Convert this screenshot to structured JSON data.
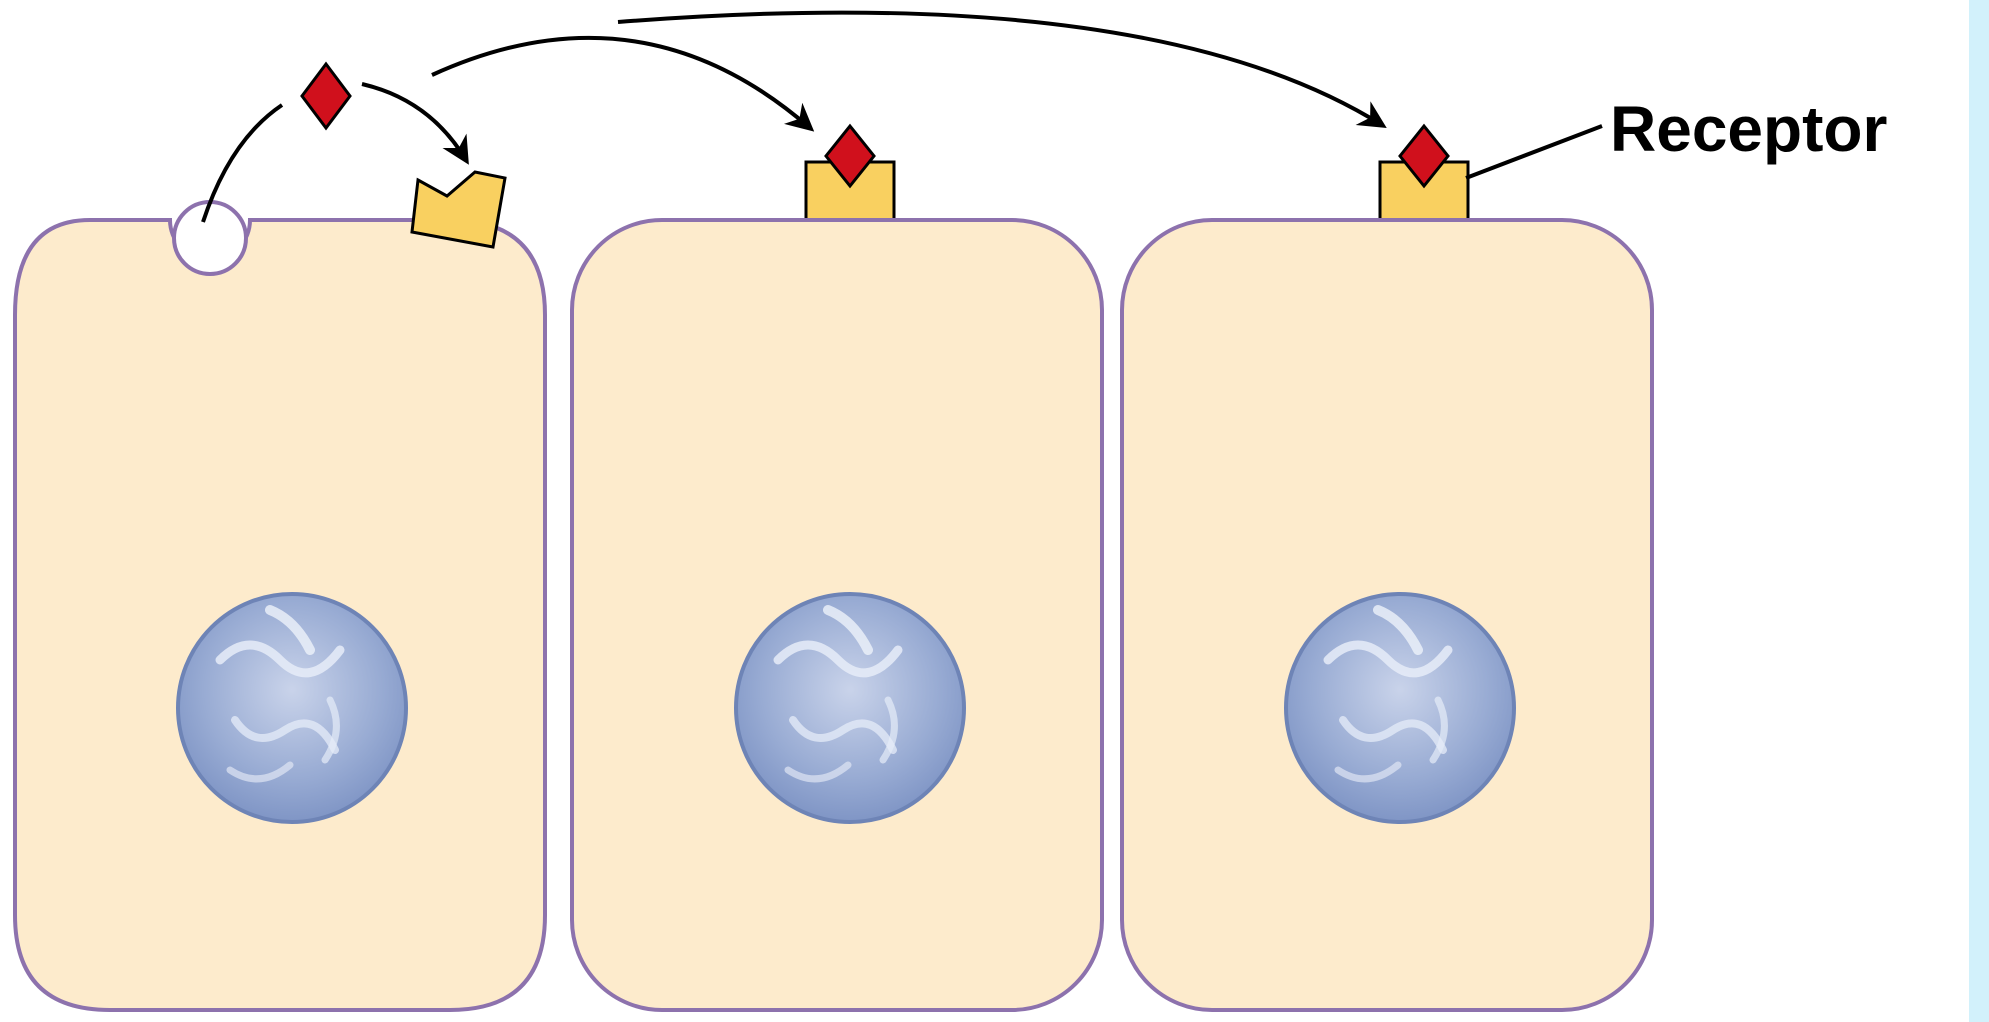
{
  "labels": {
    "receptor": "Receptor"
  },
  "colors": {
    "background": "#ffffff",
    "side_strip": "#d2f1fb",
    "cell_fill": "#fdebcc",
    "cell_outline": "#8d72ad",
    "receptor_fill": "#f9d060",
    "signal_fill": "#d0101c",
    "nucleus_fill": "#8da1cc",
    "nucleus_outline": "#6e84b6",
    "arrow": "#000000"
  },
  "elements": {
    "cells": [
      "secreting-cell",
      "target-cell",
      "target-cell"
    ],
    "signal_molecules": [
      "free-signal-molecule",
      "bound-signal-molecule",
      "bound-signal-molecule"
    ],
    "receptors": [
      "unbound-receptor",
      "bound-receptor",
      "bound-receptor"
    ]
  }
}
